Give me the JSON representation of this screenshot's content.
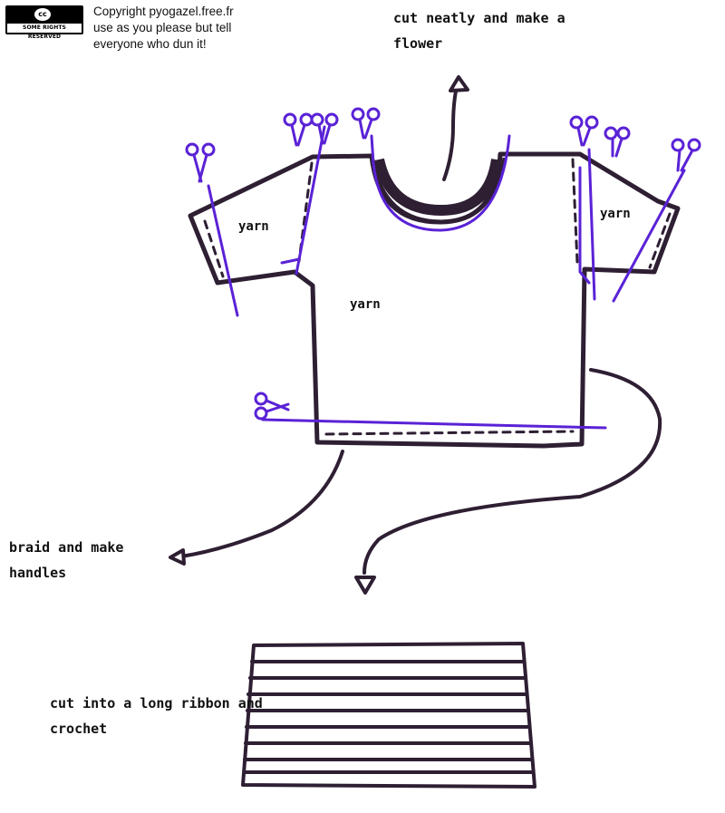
{
  "license_badge": {
    "cc": "cc",
    "band": "SOME RIGHTS RESERVED"
  },
  "copyright": {
    "line1": "Copyright pyogazel.free.fr",
    "line2": "use as you please but tell",
    "line3": "everyone who dun it!"
  },
  "annotations": {
    "collar_line1": "cut neatly and make a",
    "collar_line2": "flower",
    "handles_line1": "braid and make",
    "handles_line2": "handles",
    "ribbon_line1": "cut into a long ribbon and",
    "ribbon_line2": "crochet"
  },
  "labels": {
    "sleeve_left": "yarn",
    "sleeve_right": "yarn",
    "body": "yarn"
  },
  "colors": {
    "outline": "#2e1f33",
    "cut_lines": "#5a22d6",
    "text": "#111111"
  }
}
